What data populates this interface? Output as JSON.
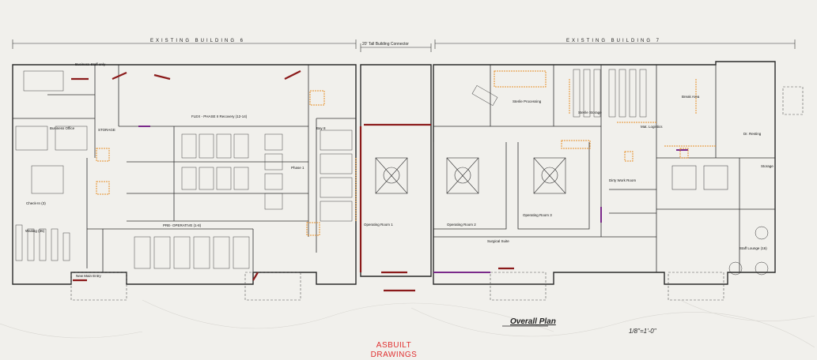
{
  "header": {
    "building_left": "EXISTING BUILDING 6",
    "connector": "20' Tall Building Connector",
    "building_right": "EXISTING BUILDING 7"
  },
  "rooms": {
    "business_staff": "Business Staff only",
    "business_office": "Business Office",
    "storage": "STORAGE",
    "flex_recovery": "FLEX - PHASE II Recovery (12-14)",
    "checkin": "Check-In (3)",
    "waiting": "Waiting (35)",
    "pre_operative": "PRE- OPERATIVE (1-8)",
    "new_main_entry": "New Main Entry",
    "phase1": "Phase 1",
    "bay8": "Bay 8",
    "operating_room_1": "Operating Room 1",
    "operating_room_2": "Operating Room 2",
    "operating_room_3": "Operating Room 3",
    "surgical_suite": "Surgical Suite",
    "sterile_processing": "Sterile Processing",
    "sterile_storage": "Sterile Storage",
    "mat_logistics": "Mat. Logistics",
    "dr_resting": "Dr. Resting",
    "break_area": "Break Area",
    "staff_lounge": "Staff Lounge (16)",
    "dirty_work": "Dirty Work Room",
    "storage_right": "Storage"
  },
  "footer": {
    "plan_title": "Overall Plan",
    "scale": "1/8\"=1'-0\"",
    "stamp_line1": "ASBUILT",
    "stamp_line2": "DRAWINGS"
  },
  "colors": {
    "line": "#2a2a2a",
    "wall_red": "#8b1a1a",
    "purple": "#7a2a8a",
    "orange": "#e8902a",
    "stamp": "#e03030"
  }
}
